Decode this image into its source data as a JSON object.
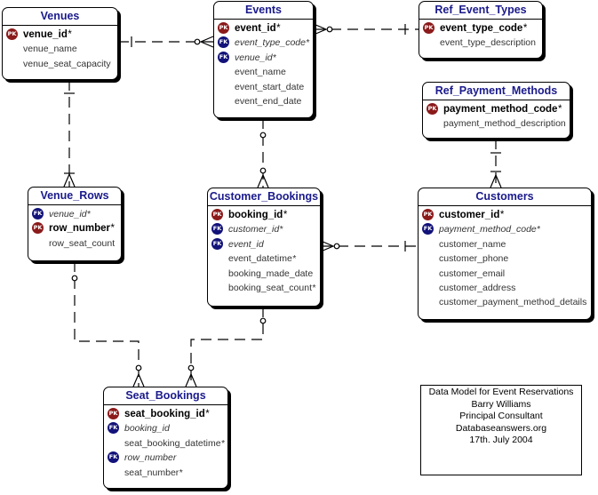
{
  "badges": {
    "pk": "PK",
    "fk": "FK"
  },
  "entities": {
    "venues": {
      "title": "Venues",
      "attrs": [
        {
          "name": "venue_id",
          "key": "pk",
          "required": true
        },
        {
          "name": "venue_name",
          "key": "",
          "required": false
        },
        {
          "name": "venue_seat_capacity",
          "key": "",
          "required": false
        }
      ]
    },
    "events": {
      "title": "Events",
      "attrs": [
        {
          "name": "event_id",
          "key": "pk",
          "required": true
        },
        {
          "name": "event_type_code",
          "key": "fk",
          "required": true
        },
        {
          "name": "venue_id",
          "key": "fk",
          "required": true
        },
        {
          "name": "event_name",
          "key": "",
          "required": false
        },
        {
          "name": "event_start_date",
          "key": "",
          "required": false
        },
        {
          "name": "event_end_date",
          "key": "",
          "required": false
        }
      ]
    },
    "ref_event_types": {
      "title": "Ref_Event_Types",
      "attrs": [
        {
          "name": "event_type_code",
          "key": "pk",
          "required": true
        },
        {
          "name": "event_type_description",
          "key": "",
          "required": false
        }
      ]
    },
    "ref_payment_methods": {
      "title": "Ref_Payment_Methods",
      "attrs": [
        {
          "name": "payment_method_code",
          "key": "pk",
          "required": true
        },
        {
          "name": "payment_method_description",
          "key": "",
          "required": false
        }
      ]
    },
    "venue_rows": {
      "title": "Venue_Rows",
      "attrs": [
        {
          "name": "venue_id",
          "key": "fk",
          "required": true
        },
        {
          "name": "row_number",
          "key": "pk",
          "required": true
        },
        {
          "name": "row_seat_count",
          "key": "",
          "required": false
        }
      ]
    },
    "customer_bookings": {
      "title": "Customer_Bookings",
      "attrs": [
        {
          "name": "booking_id",
          "key": "pk",
          "required": true
        },
        {
          "name": "customer_id",
          "key": "fk",
          "required": true
        },
        {
          "name": "event_id",
          "key": "fk",
          "required": false
        },
        {
          "name": "event_datetime",
          "key": "",
          "required": true
        },
        {
          "name": "booking_made_date",
          "key": "",
          "required": false
        },
        {
          "name": "booking_seat_count",
          "key": "",
          "required": true
        }
      ]
    },
    "customers": {
      "title": "Customers",
      "attrs": [
        {
          "name": "customer_id",
          "key": "pk",
          "required": true
        },
        {
          "name": "payment_method_code",
          "key": "fk",
          "required": true
        },
        {
          "name": "customer_name",
          "key": "",
          "required": false
        },
        {
          "name": "customer_phone",
          "key": "",
          "required": false
        },
        {
          "name": "customer_email",
          "key": "",
          "required": false
        },
        {
          "name": "customer_address",
          "key": "",
          "required": false
        },
        {
          "name": "customer_payment_method_details",
          "key": "",
          "required": false
        }
      ]
    },
    "seat_bookings": {
      "title": "Seat_Bookings",
      "attrs": [
        {
          "name": "seat_booking_id",
          "key": "pk",
          "required": true
        },
        {
          "name": "booking_id",
          "key": "fk",
          "required": false
        },
        {
          "name": "seat_booking_datetime",
          "key": "",
          "required": true
        },
        {
          "name": "row_number",
          "key": "fk",
          "required": false
        },
        {
          "name": "seat_number",
          "key": "",
          "required": true
        }
      ]
    }
  },
  "note": {
    "line1": "Data Model for Event Reservations",
    "line2": "Barry Williams",
    "line3": "Principal Consultant",
    "line4": "Databaseanswers.org",
    "line5": "17th. July 2004"
  }
}
